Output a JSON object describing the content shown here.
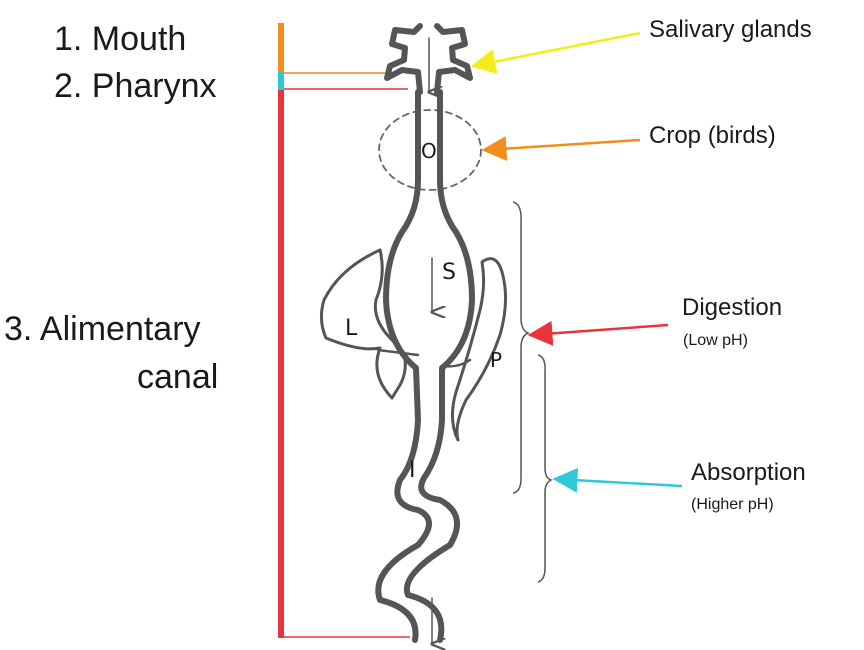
{
  "regions": {
    "mouth": "1. Mouth",
    "pharynx": "2. Pharynx",
    "alimentary_line1": "3. Alimentary",
    "alimentary_line2": "canal"
  },
  "callouts": {
    "salivary": "Salivary glands",
    "crop": "Crop (birds)",
    "digestion": "Digestion",
    "digestion_sub": "(Low pH)",
    "absorption": "Absorption",
    "absorption_sub": "(Higher pH)"
  },
  "organs": {
    "oesophagus": "O",
    "stomach": "S",
    "liver": "L",
    "pancreas": "P",
    "intestine": "I"
  },
  "colors": {
    "mouth_bar": "#f28c1a",
    "pharynx_bar": "#2ec8d8",
    "canal_bar": "#e8343a",
    "salivary_arrow": "#f2ee1a",
    "crop_arrow": "#f28c1a",
    "digestion_arrow": "#e8343a",
    "absorption_arrow": "#2ec8d8",
    "gut_outline": "#555555"
  }
}
